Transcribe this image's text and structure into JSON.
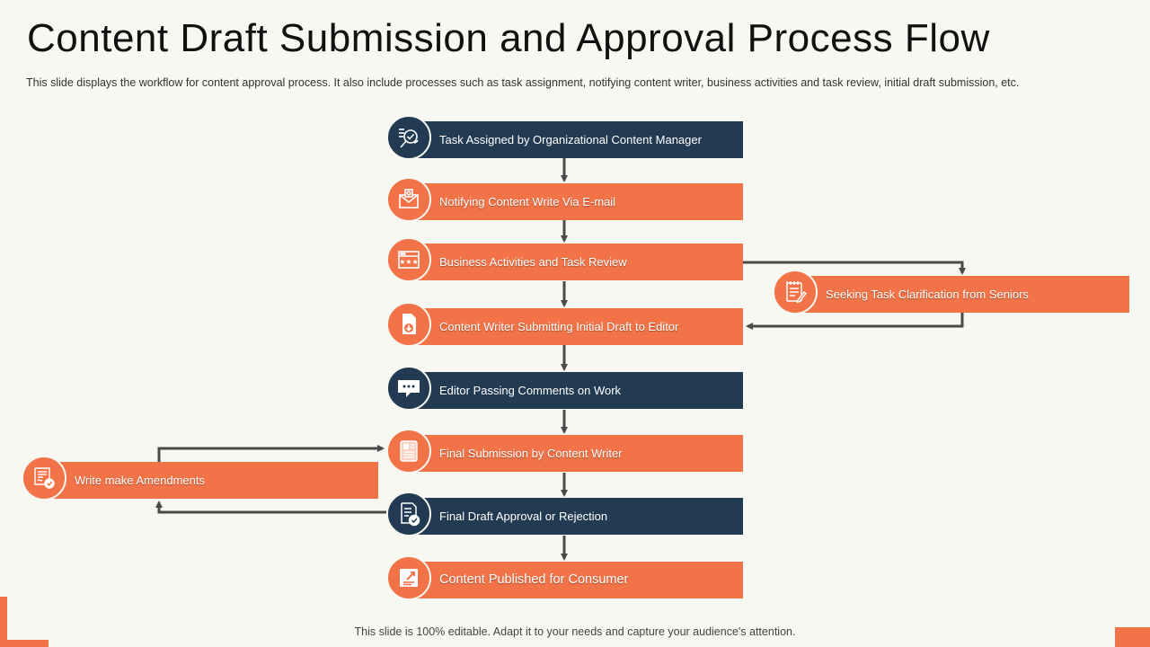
{
  "title": "Content Draft Submission and Approval Process Flow",
  "subtitle": "This slide displays the workflow  for content approval  process. It also include processes such as task assignment, notifying content writer, business activities and task review,  initial draft submission, etc.",
  "footer": "This slide is 100% editable. Adapt it to your needs and capture your audience's attention.",
  "colors": {
    "dark": "#223b52",
    "accent": "#f27347",
    "background": "#f6f8f1"
  },
  "steps": [
    {
      "label": "Task Assigned by Organizational Content Manager",
      "color": "dark",
      "icon": "task-checklist-icon"
    },
    {
      "label": "Notifying Content Write Via E-mail",
      "color": "orange",
      "icon": "envelope-icon"
    },
    {
      "label": "Business Activities and Task Review",
      "color": "orange",
      "icon": "calendar-rating-icon"
    },
    {
      "label": "Content Writer Submitting Initial Draft to Editor",
      "color": "orange",
      "icon": "document-download-icon"
    },
    {
      "label": "Editor Passing Comments on Work",
      "color": "dark",
      "icon": "speech-bubble-icon"
    },
    {
      "label": "Final Submission by Content Writer",
      "color": "orange",
      "icon": "newspaper-icon"
    },
    {
      "label": "Final Draft Approval  or Rejection",
      "color": "dark",
      "icon": "document-check-icon"
    },
    {
      "label": "Content Published for Consumer",
      "color": "orange",
      "icon": "publish-edit-icon"
    }
  ],
  "side_steps": {
    "clarification": {
      "label": "Seeking Task Clarification from Seniors",
      "color": "orange",
      "icon": "notepad-edit-icon"
    },
    "amendments": {
      "label": "Write make Amendments",
      "color": "orange",
      "icon": "certificate-check-icon"
    }
  }
}
